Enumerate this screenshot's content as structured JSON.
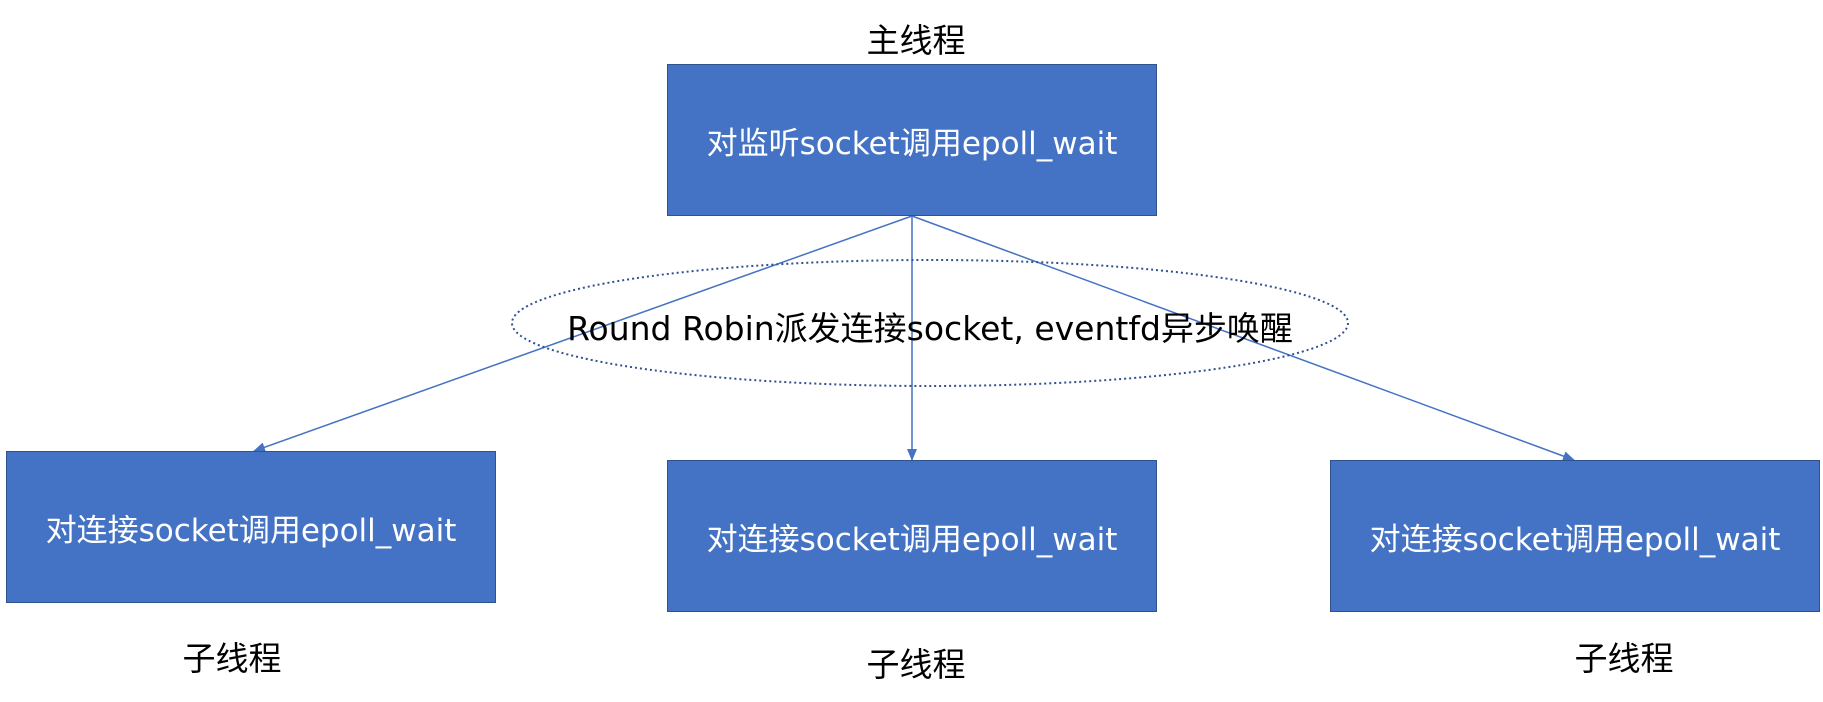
{
  "main_thread": {
    "label": "主线程",
    "box_text": "对监听socket调用epoll_wait"
  },
  "dispatch": {
    "text": "Round Robin派发连接socket, eventfd异步唤醒"
  },
  "sub_threads": [
    {
      "label": "子线程",
      "box_text": "对连接socket调用epoll_wait"
    },
    {
      "label": "子线程",
      "box_text": "对连接socket调用epoll_wait"
    },
    {
      "label": "子线程",
      "box_text": "对连接socket调用epoll_wait"
    }
  ],
  "colors": {
    "box_fill": "#4472c4",
    "box_border": "#2f528f",
    "arrow": "#4472c4",
    "ellipse_stroke": "#2f528f"
  }
}
